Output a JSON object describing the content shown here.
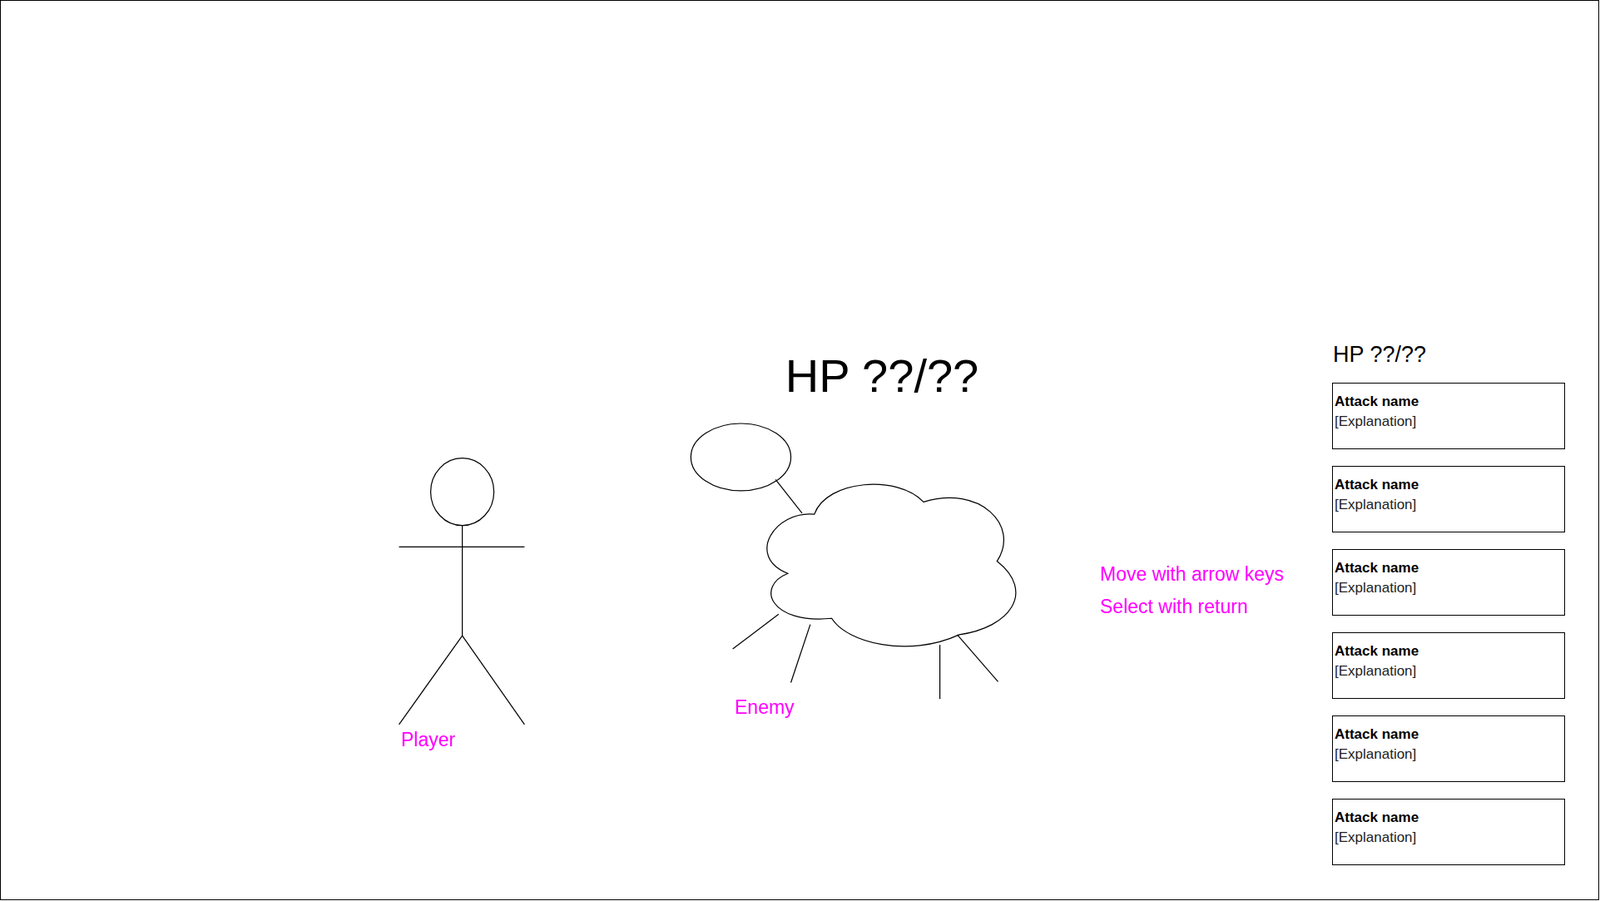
{
  "diagram": {
    "nodes": [
      {
        "text": [
          "Attack name",
          "[Explanation]"
        ]
      },
      {
        "text": [
          "Attack name",
          "[Explanation]"
        ]
      },
      {
        "text": [
          "Attack name",
          "[Explanation]"
        ]
      },
      {
        "text": [
          "Attack name",
          "[Explanation]"
        ]
      },
      {
        "text": [
          "Attack name",
          "[Explanation]"
        ]
      },
      {
        "text": [
          "Attack name",
          "[Explanation]"
        ]
      }
    ],
    "labels": [
      "HP ??/??",
      "HP ??/??",
      "Player",
      "Enemy",
      "Move with arrow keys",
      "Select with return"
    ]
  }
}
